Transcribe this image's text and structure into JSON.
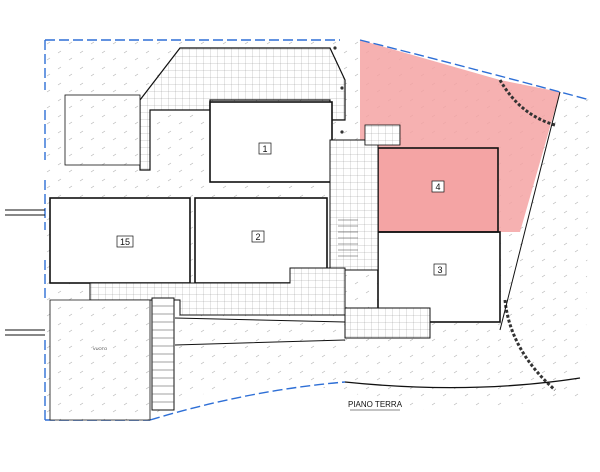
{
  "drawing": {
    "floor_caption": "PIANO TERRA",
    "void_label": "VUOTO",
    "highlight_color": "#f4a3a3",
    "line_color": "#111111",
    "boundary_color": "#2e6fd6"
  },
  "rooms": [
    {
      "id": "1",
      "label": "1",
      "highlighted": false
    },
    {
      "id": "2",
      "label": "2",
      "highlighted": false
    },
    {
      "id": "3",
      "label": "3",
      "highlighted": false
    },
    {
      "id": "4",
      "label": "4",
      "highlighted": true
    },
    {
      "id": "15",
      "label": "15",
      "highlighted": false
    }
  ]
}
